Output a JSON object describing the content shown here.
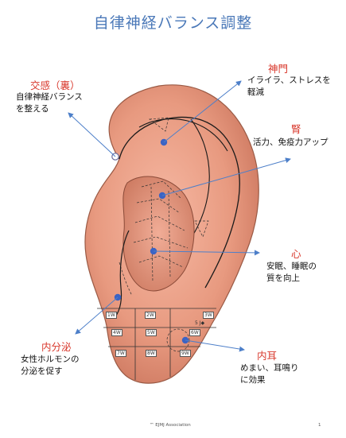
{
  "title": "自律神経バランス調整",
  "points": [
    {
      "id": "shinmon",
      "name": "神門",
      "desc": "イライラ、ストレスを\n軽減"
    },
    {
      "id": "kou",
      "name": "交感（裏）",
      "desc": "自律神経バランス\nを整える"
    },
    {
      "id": "jin",
      "name": "腎",
      "desc": "活力、免疫力アップ"
    },
    {
      "id": "shin",
      "name": "心",
      "desc": "安眠、睡眠の\n質を向上"
    },
    {
      "id": "naibunpi",
      "name": "内分泌",
      "desc": "女性ホルモンの\n分泌を促す"
    },
    {
      "id": "naiji",
      "name": "内耳",
      "desc": "めまい、耳鳴り\nに効果"
    }
  ],
  "zones": [
    "1W",
    "2W",
    "3W",
    "4W",
    "5W",
    "6W",
    "7W",
    "8W",
    "9W"
  ],
  "zone_note": "5 J◆",
  "footer": {
    "left": "™ EJMJ Association",
    "page": "1"
  },
  "colors": {
    "title": "#4a78b8",
    "label": "#d8372b",
    "point": "#3b63c4",
    "arrow": "#4d7fc9"
  }
}
